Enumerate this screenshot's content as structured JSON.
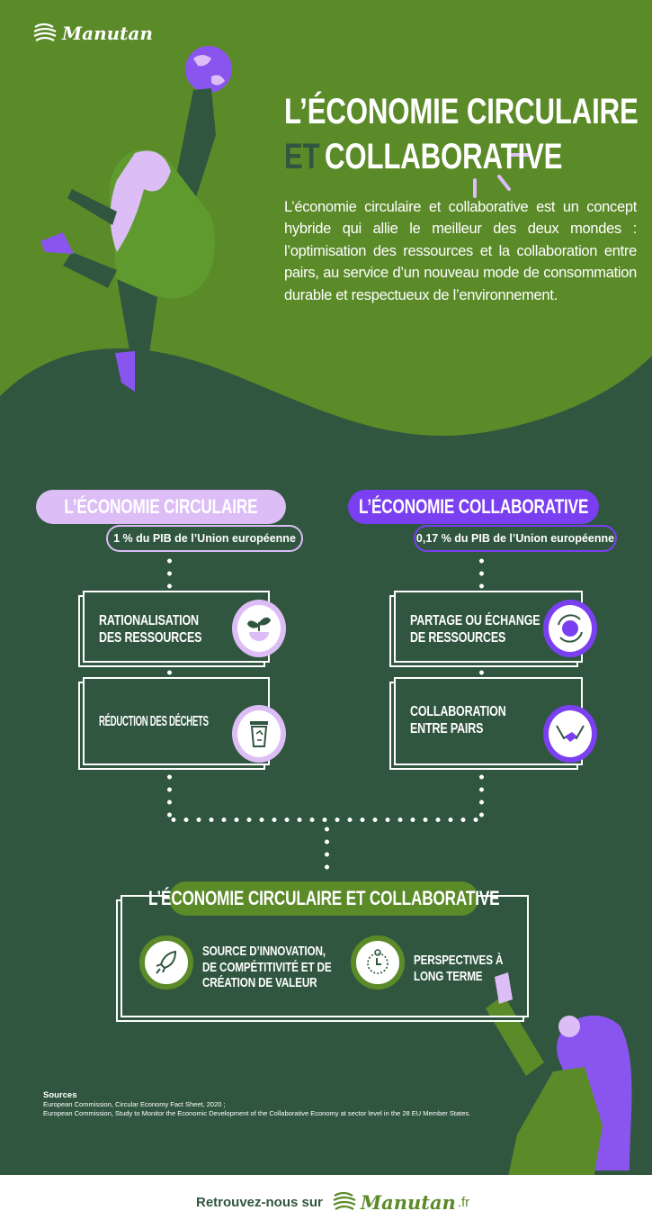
{
  "brand": {
    "logo": "Manutan",
    "colors": {
      "light_green": "#5b8a29",
      "dark_green": "#30563f",
      "lilac": "#dcbdf6",
      "purple": "#7b3ff2"
    }
  },
  "header": {
    "title_line1": "L’ÉCONOMIE CIRCULAIRE",
    "title_et": "ET",
    "title_line2": "COLLABORATIVE",
    "intro": "L’économie circulaire et collaborative est un concept hybride qui allie le meilleur des deux mondes : l’optimisation des ressources et la collaboration entre pairs, au service d’un nouveau mode de consommation durable et respectueux de l’environnement."
  },
  "circular": {
    "title": "L’ÉCONOMIE CIRCULAIRE",
    "stat": "1 % du PIB de l’Union européenne",
    "items": [
      {
        "line1": "RATIONALISATION",
        "line2": "DES RESSOURCES",
        "icon": "plant-globe-icon"
      },
      {
        "line1": "RÉDUCTION DES DÉCHETS",
        "line2": "",
        "icon": "recycle-bin-icon"
      }
    ]
  },
  "collaborative": {
    "title": "L’ÉCONOMIE COLLABORATIVE",
    "stat": "0,17 % du PIB de l’Union européenne",
    "items": [
      {
        "line1": "PARTAGE OU ÉCHANGE",
        "line2": "DE RESSOURCES",
        "icon": "globe-exchange-icon"
      },
      {
        "line1": "COLLABORATION",
        "line2": "ENTRE PAIRS",
        "icon": "handshake-icon"
      }
    ]
  },
  "combined": {
    "title": "L’ÉCONOMIE CIRCULAIRE ET COLLABORATIVE",
    "items": [
      {
        "lines": [
          "SOURCE D’INNOVATION,",
          "DE COMPÉTITIVITÉ ET DE",
          "CRÉATION DE VALEUR"
        ],
        "icon": "rocket-icon"
      },
      {
        "lines": [
          "PERSPECTIVES À",
          "LONG TERME"
        ],
        "icon": "clock-icon"
      }
    ]
  },
  "sources": {
    "heading": "Sources",
    "lines": [
      "European Commission, Circular Economy Fact Sheet, 2020 ;",
      "European Commission, Study to Monitor the Economic Development of the Collaborative Economy at sector level in the 28 EU Member States."
    ]
  },
  "footer": {
    "text": "Retrouvez-nous sur",
    "logo": "Manutan",
    "tld": ".fr"
  }
}
